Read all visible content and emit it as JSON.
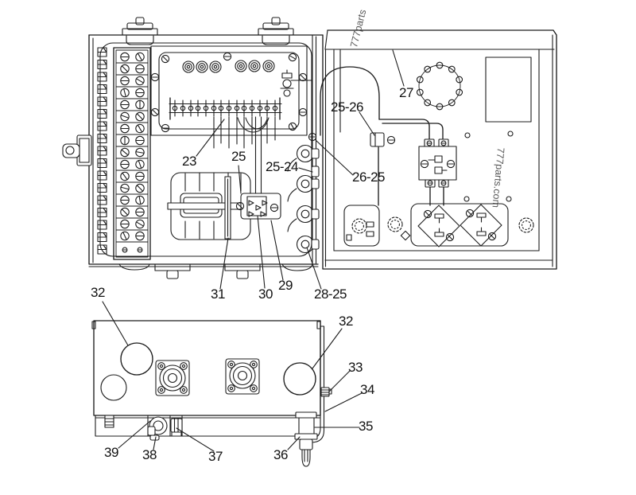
{
  "figure": {
    "type": "parts-line-drawing",
    "colors": {
      "line": "#1c1c1c",
      "background": "#ffffff",
      "label": "#111111"
    },
    "callouts": {
      "c23": "23",
      "c25": "25",
      "c25_24": "25-24",
      "c25_26": "25-26",
      "c26_25": "26-25",
      "c27": "27",
      "c28_25": "28-25",
      "c29": "29",
      "c30": "30",
      "c31": "31",
      "c32_left": "32",
      "c32_right": "32",
      "c33": "33",
      "c34": "34",
      "c35": "35",
      "c36": "36",
      "c37": "37",
      "c38": "38",
      "c39": "39"
    },
    "watermarks": {
      "top": "777parts",
      "side": "777parts.com"
    }
  }
}
